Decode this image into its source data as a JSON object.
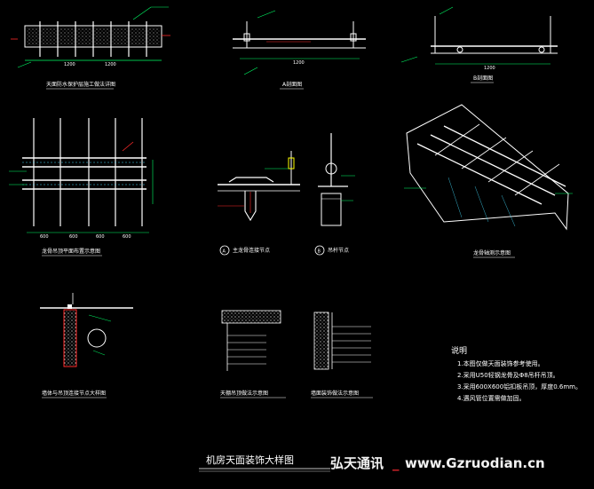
{
  "drawing": {
    "title": "机房天面装饰大样图",
    "accent_colors": {
      "line": "#ffffff",
      "dim": "#00ff66",
      "frame": "#ffff00",
      "red": "#ff2a2a",
      "cyan": "#44ddff"
    }
  },
  "details": [
    {
      "id": "detail-1",
      "caption": "天面防水保护层施工做法详图"
    },
    {
      "id": "detail-A",
      "caption": "A剖面图"
    },
    {
      "id": "detail-B",
      "caption": "B剖面图"
    },
    {
      "id": "detail-grid",
      "caption": "龙骨吊顶平面布置示意图"
    },
    {
      "id": "detail-A-node",
      "marker": "A",
      "caption": "主龙骨连接节点"
    },
    {
      "id": "detail-B-node",
      "marker": "B",
      "caption": "吊杆节点"
    },
    {
      "id": "detail-iso",
      "caption": "龙骨轴测示意图"
    },
    {
      "id": "detail-wall",
      "caption": "墙体与吊顶连接节点大样图"
    },
    {
      "id": "detail-ceiling",
      "caption": "天棚吊顶做法示意图"
    },
    {
      "id": "detail-wallfinish",
      "caption": "墙面装饰做法示意图"
    }
  ],
  "notes": {
    "heading": "说明",
    "items": [
      "1.本图仅做天面装饰参考使用。",
      "2.采用U50轻钢龙骨及Φ8吊杆吊顶。",
      "3.采用600X600铝扣板吊顶，厚度0.6mm。",
      "4.遇风管位置需做加固。"
    ]
  },
  "dimensions": {
    "span": "1200",
    "module": "600"
  },
  "watermark": {
    "brand": "弘天通讯",
    "sep": "_",
    "site": "www.Gzruodian.cn"
  }
}
